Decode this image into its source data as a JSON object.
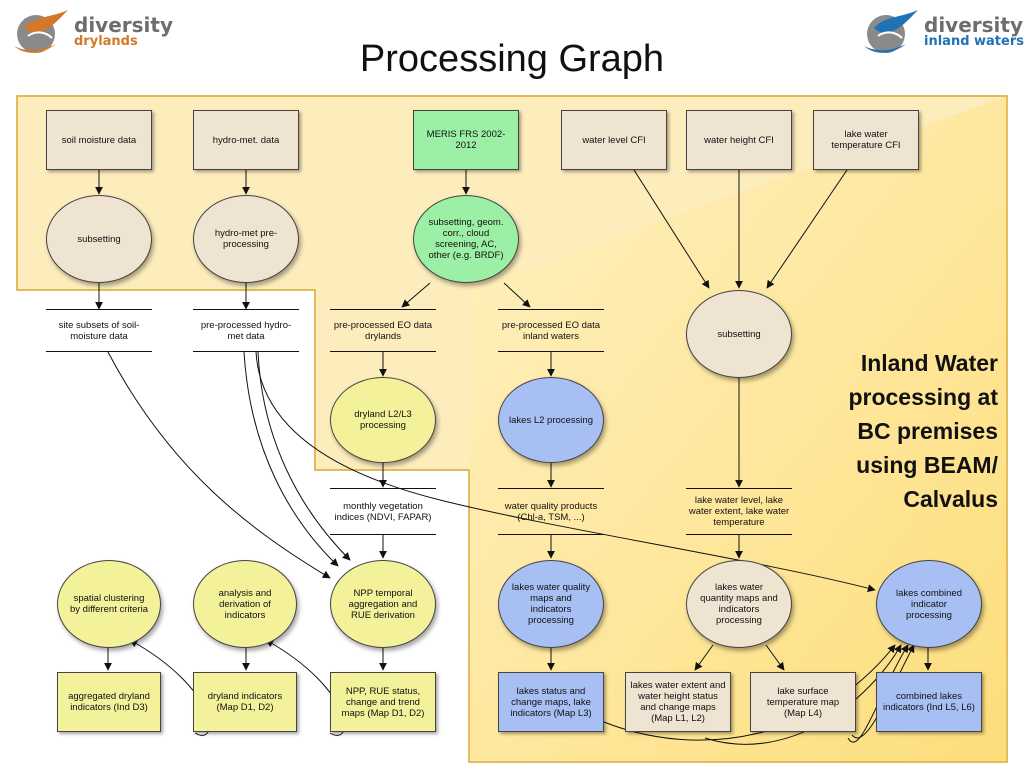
{
  "title": "Processing Graph",
  "logos": {
    "left": {
      "line1": "diversity",
      "line2": "drylands"
    },
    "right": {
      "line1": "diversity",
      "line2": "inland waters"
    }
  },
  "region_note": "Inland Water processing at BC premises using BEAM/ Calvalus",
  "nodes": {
    "soil_moisture_data": "soil moisture data",
    "hydro_met_data": "hydro-met. data",
    "meris_frs": "MERIS FRS 2002-2012",
    "water_level_cfi": "water level CFI",
    "water_height_cfi": "water height CFI",
    "lake_water_temperature_cfi": "lake water temperature CFI",
    "subsetting_soil": "subsetting",
    "hydro_met_preprocessing": "hydro-met pre-processing",
    "meris_preprocessing": "subsetting, geom. corr., cloud screening, AC, other (e.g. BRDF)",
    "subsetting_lakes": "subsetting",
    "site_subsets": "site subsets of soil-moisture data",
    "preprocessed_hydro_met": "pre-processed hydro-met data",
    "preprocessed_eo_drylands": "pre-processed EO data drylands",
    "preprocessed_eo_inland": "pre-processed EO data inland waters",
    "dryland_l2l3": "dryland L2/L3 processing",
    "lakes_l2": "lakes L2 processing",
    "monthly_veg_indices": "monthly vegetation indices (NDVI, FAPAR)",
    "water_quality_products": "water quality products (Chl-a, TSM, ...)",
    "lake_water_level_store": "lake water level, lake water extent, lake water temperature",
    "spatial_clustering": "spatial clustering by different criteria",
    "analysis_indicators": "analysis and derivation of indicators",
    "npp_temporal": "NPP temporal aggregation and RUE derivation",
    "lakes_wq_maps_proc": "lakes water quality maps and indicators processing",
    "lakes_quantity_proc": "lakes water quantity maps and indicators processing",
    "lakes_combined_proc": "lakes combined indicator processing",
    "aggregated_dryland": "aggregated dryland indicators (Ind D3)",
    "dryland_indicators": "dryland indicators (Map D1, D2)",
    "npp_rue_status": "NPP, RUE status, change and trend maps (Map D1, D2)",
    "lakes_status_change": "lakes status and change maps, lake indicators (Map L3)",
    "lakes_extent_height": "lakes water extent and water height status and change maps (Map L1, L2)",
    "lake_surface_temp_map": "lake surface temperature map (Map L4)",
    "combined_lakes_indicators": "combined lakes indicators (Ind L5, L6)"
  },
  "colors": {
    "drylands_region": "#fdecbc",
    "inland_region": "#fde38b",
    "region_border": "#e0b24a",
    "tan": "#efe3d2",
    "green": "#9cf0a6",
    "yellow": "#f3f19a",
    "blue": "#a7bff2"
  }
}
